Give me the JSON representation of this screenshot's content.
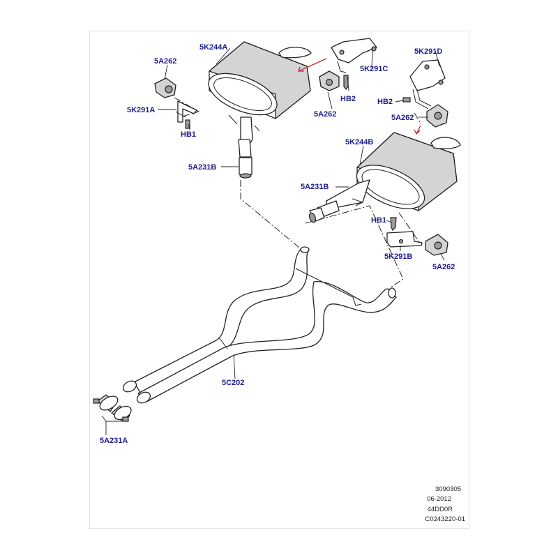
{
  "labels": {
    "muffler_a": "5K244A",
    "hanger_rubber_tl": "5A262",
    "bracket_a": "5K291A",
    "bolt_hb1_left": "HB1",
    "clamp_b_left": "5A231B",
    "bracket_c": "5K291C",
    "bolt_hb2_center": "HB2",
    "hanger_rubber_center": "5A262",
    "bracket_d": "5K291D",
    "bolt_hb2_right": "HB2",
    "hanger_rubber_right_top": "5A262",
    "muffler_b": "5K244B",
    "clamp_b_right": "5A231B",
    "bolt_hb1_right": "HB1",
    "bracket_b": "5K291B",
    "hanger_rubber_right_bottom": "5A262",
    "front_pipe": "5C202",
    "clamp_a": "5A231A"
  },
  "meta": {
    "line1": "3090305",
    "line2": "06-2012",
    "line3": "44DD0R",
    "line4": "C0243220-01"
  },
  "colors": {
    "label": "#1c1c8c",
    "arrow": "#d42020",
    "line": "#222222",
    "shade": "#d4d4d4"
  }
}
